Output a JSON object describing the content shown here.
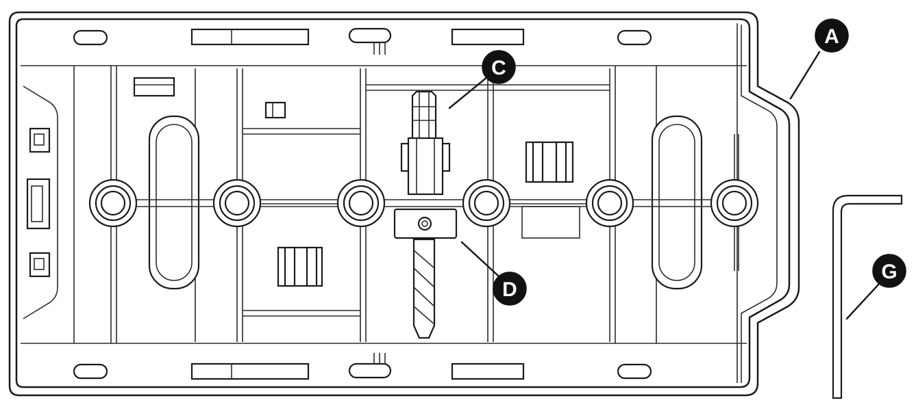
{
  "diagram": {
    "callouts": [
      {
        "id": "A",
        "label": "A"
      },
      {
        "id": "C",
        "label": "C"
      },
      {
        "id": "D",
        "label": "D"
      },
      {
        "id": "G",
        "label": "G"
      }
    ]
  }
}
